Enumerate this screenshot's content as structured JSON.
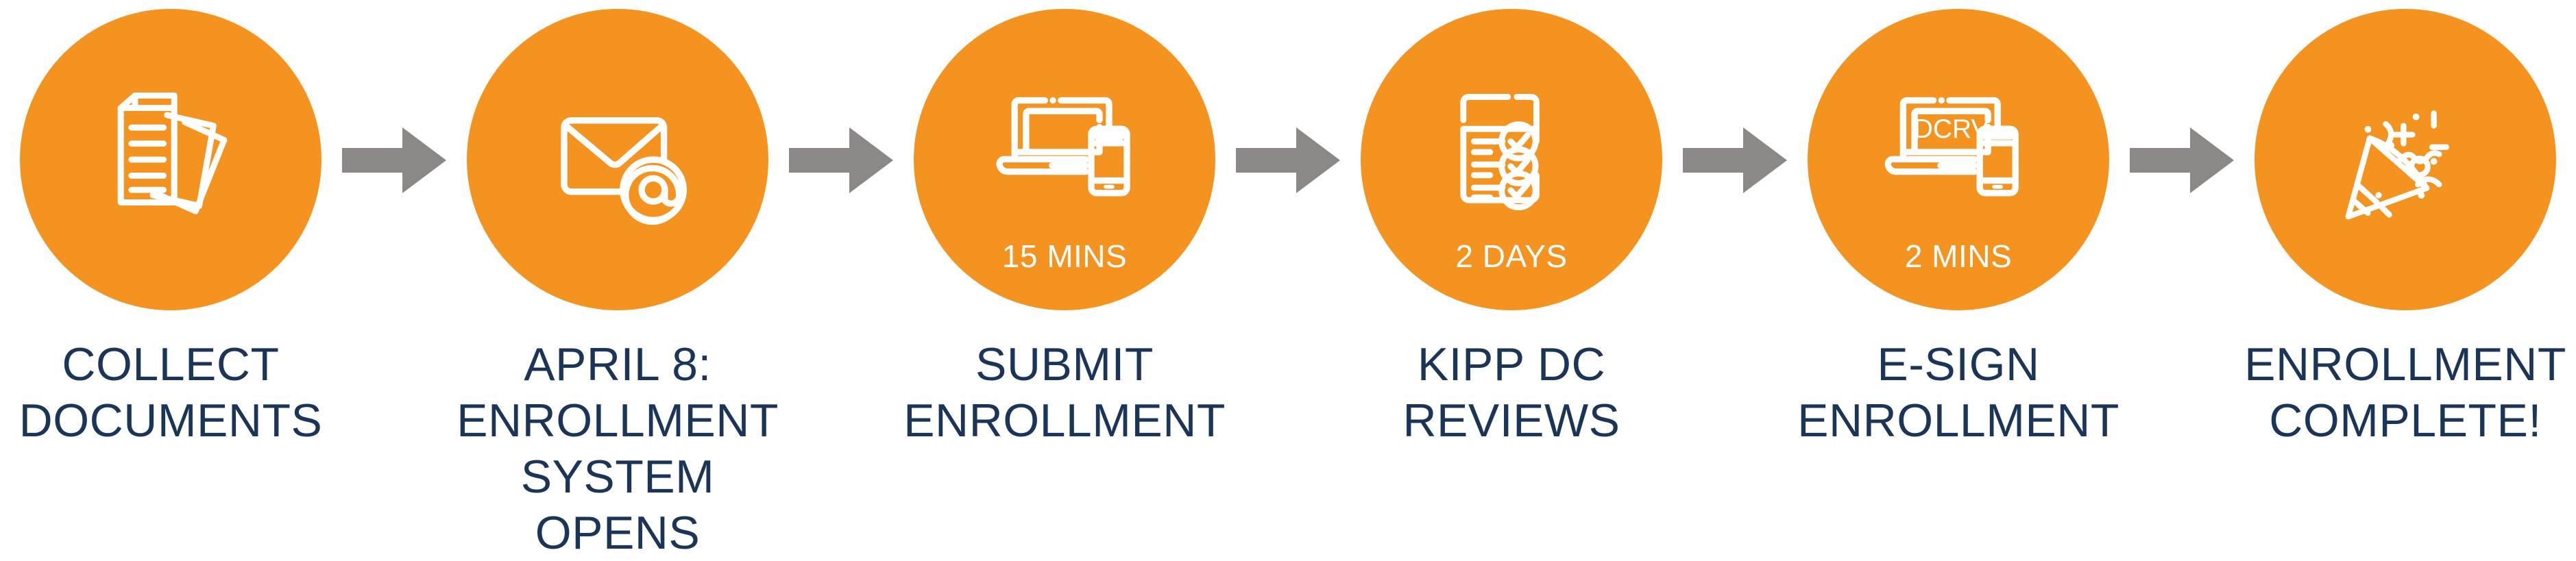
{
  "theme": {
    "circle_color": "#F4931F",
    "label_color": "#1B3558",
    "arrow_color": "#8C8887",
    "icon_color": "#FFFFFF",
    "background": "#FFFFFF"
  },
  "flow": {
    "steps": [
      {
        "id": "collect-documents",
        "icon": "documents-icon",
        "duration": "",
        "label": "COLLECT\nDOCUMENTS",
        "screen_text": ""
      },
      {
        "id": "enrollment-system-opens",
        "icon": "email-at-icon",
        "duration": "",
        "label": "APRIL 8:\nENROLLMENT\nSYSTEM OPENS",
        "screen_text": ""
      },
      {
        "id": "submit-enrollment",
        "icon": "laptop-phone-icon",
        "duration": "15 MINS",
        "label": "SUBMIT\nENROLLMENT",
        "screen_text": ""
      },
      {
        "id": "kipp-dc-reviews",
        "icon": "checklist-icon",
        "duration": "2 DAYS",
        "label": "KIPP DC\nREVIEWS",
        "screen_text": ""
      },
      {
        "id": "e-sign-enrollment",
        "icon": "laptop-phone-dcrv-icon",
        "duration": "2 MINS",
        "label": "E-SIGN\nENROLLMENT",
        "screen_text": "DCRV"
      },
      {
        "id": "enrollment-complete",
        "icon": "party-popper-icon",
        "duration": "",
        "label": "ENROLLMENT\nCOMPLETE!",
        "screen_text": ""
      }
    ],
    "arrows": [
      {
        "id": "arrow-1",
        "glyph": "arrow-right-icon"
      },
      {
        "id": "arrow-2",
        "glyph": "arrow-right-icon"
      },
      {
        "id": "arrow-3",
        "glyph": "arrow-right-icon"
      },
      {
        "id": "arrow-4",
        "glyph": "arrow-right-icon"
      },
      {
        "id": "arrow-5",
        "glyph": "arrow-right-icon"
      }
    ]
  }
}
